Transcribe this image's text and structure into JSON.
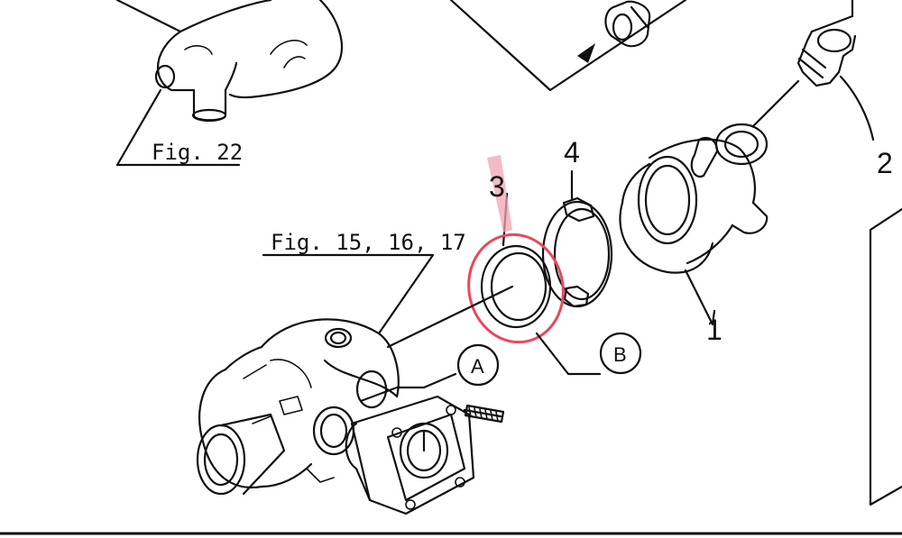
{
  "figure_refs": {
    "fig22": "Fig. 22",
    "fig15": "Fig. 15, 16, 17"
  },
  "part_numbers": {
    "p1": "1",
    "p2": "2",
    "p3": "3",
    "p4": "4"
  },
  "circle_refs": {
    "a": "A",
    "b": "B"
  },
  "colors": {
    "highlight": "#e8485c",
    "highlight_marker": "#f2a4b0",
    "ink": "#111111"
  }
}
